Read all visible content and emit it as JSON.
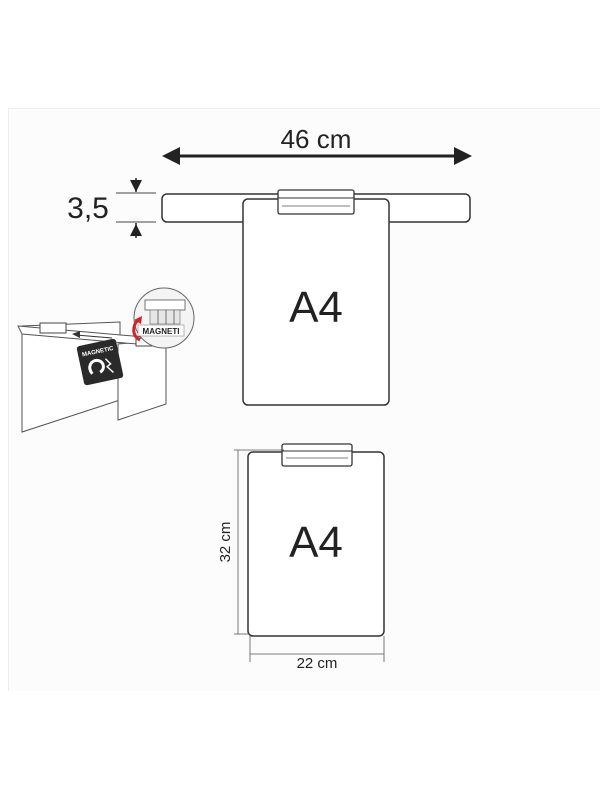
{
  "top_view": {
    "width_label": "46 cm",
    "height_label": "3,5",
    "paper_label": "A4"
  },
  "bottom_view": {
    "height_label": "32 cm",
    "width_label": "22 cm",
    "paper_label": "A4"
  },
  "illustration": {
    "sticker_text": "MAGNETIC",
    "badge_text": "MAGNETI"
  },
  "colors": {
    "line": "#333333",
    "dim_line": "#444444",
    "accent_red": "#d0242a",
    "sticker_bg": "#2a2a2a"
  }
}
